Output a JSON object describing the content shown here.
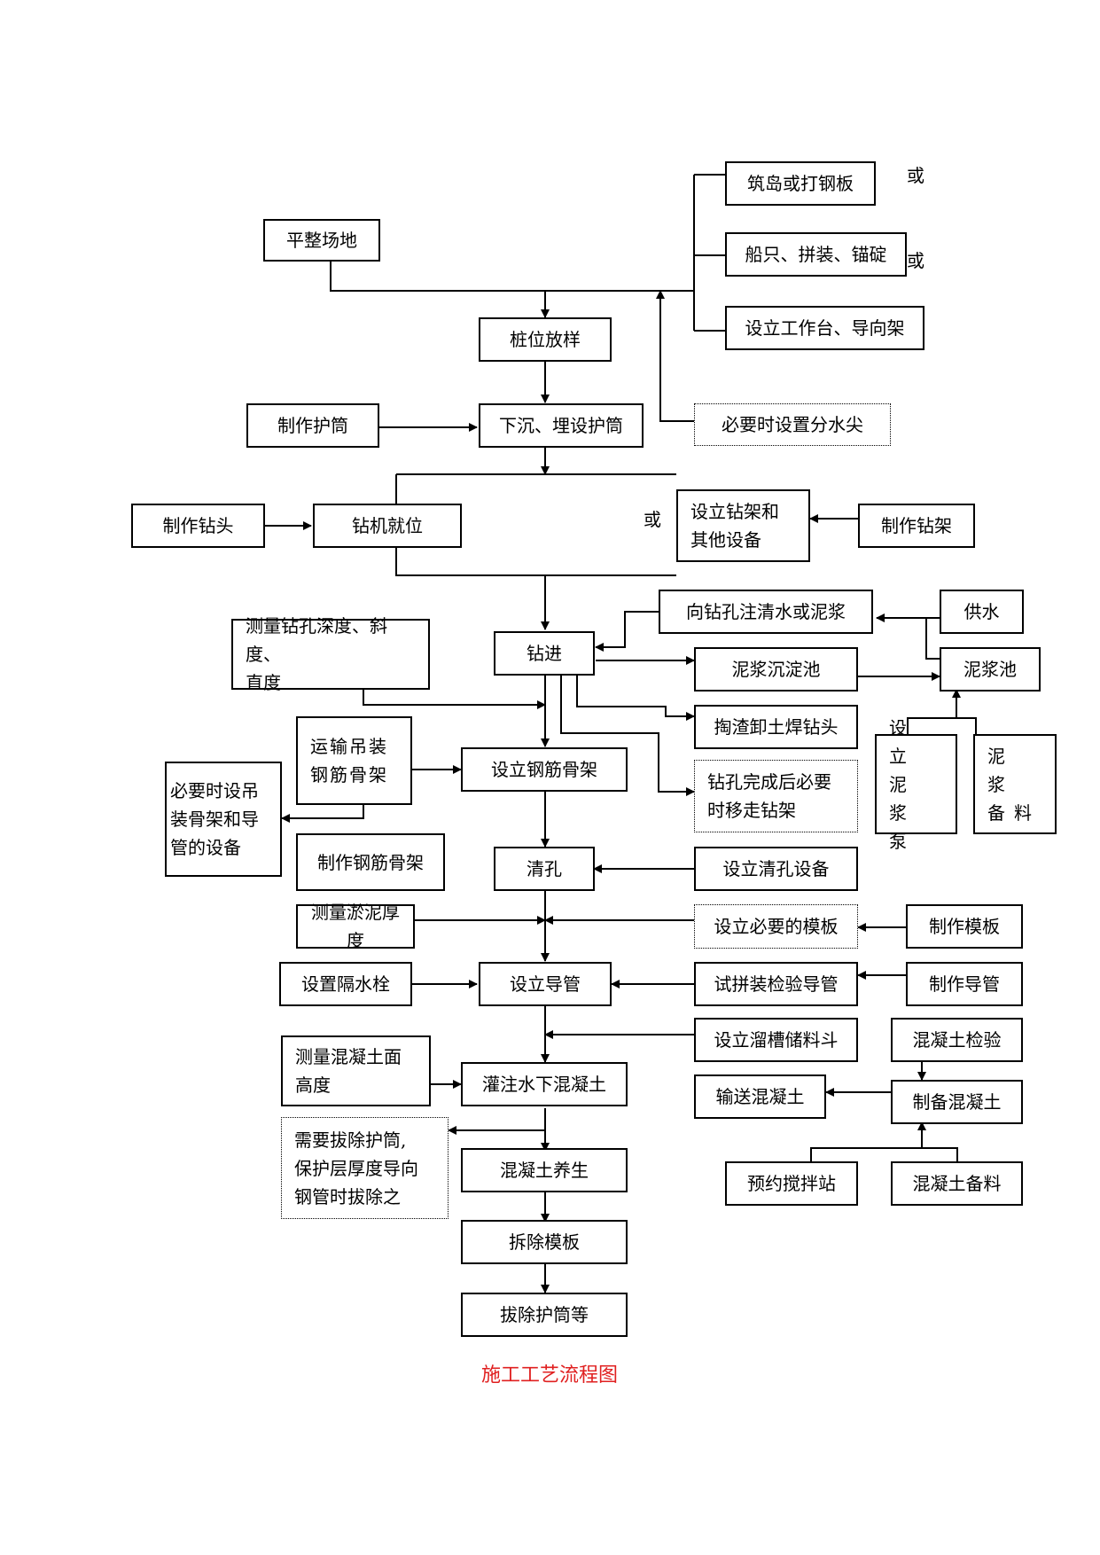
{
  "caption": "施工工艺流程图",
  "nodes": {
    "n_island": "筑岛或打钢板",
    "n_ship": "船只、拼装、锚碇",
    "n_platform": "设立工作台、导向架",
    "n_level": "平整场地",
    "n_stake": "桩位放样",
    "n_make_casing": "制作护筒",
    "n_sink_casing": "下沉、埋设护筒",
    "n_splitter": "必要时设置分水尖",
    "n_make_bit": "制作钻头",
    "n_rig_pos": "钻机就位",
    "n_rig_set": "设立钻架和\n其他设备",
    "n_make_rig": "制作钻架",
    "n_inject": "向钻孔注清水或泥浆",
    "n_water": "供水",
    "n_measure_hole": "测量钻孔深度、斜度、\n直度",
    "n_drill": "钻进",
    "n_settle": "泥浆沉淀池",
    "n_pool": "泥浆池",
    "n_dredge": "掏渣卸土焊钻头",
    "n_transport_cage": "运输吊装\n钢筋骨架",
    "n_set_cage": "设立钢筋骨架",
    "n_move_rig": "钻孔完成后必要\n时移走钻架",
    "n_pump": "设 立\n泥 浆\n泵",
    "n_slurry_mat": "泥 浆\n备料",
    "n_hoist": "必要时设吊\n装骨架和导\n管的设备",
    "n_make_cage": "制作钢筋骨架",
    "n_clean": "清孔",
    "n_clean_eq": "设立清孔设备",
    "n_silt": "测量淤泥厚度",
    "n_formwork": "设立必要的模板",
    "n_make_form": "制作模板",
    "n_plug": "设置隔水栓",
    "n_tremie": "设立导管",
    "n_test_tremie": "试拼装检验导管",
    "n_make_tremie": "制作导管",
    "n_hopper": "设立溜槽储料斗",
    "n_conc_test": "混凝土检验",
    "n_measure_conc": "测量混凝土面\n高度",
    "n_pour": "灌注水下混凝土",
    "n_deliver": "输送混凝土",
    "n_prep_conc": "制备混凝土",
    "n_pull_casing": "需要拔除护筒,\n保护层厚度导向\n钢管时拔除之",
    "n_cure": "混凝土养生",
    "n_mix_station": "预约搅拌站",
    "n_conc_mat": "混凝土备料",
    "n_strip_form": "拆除模板",
    "n_pull_all": "拔除护筒等"
  },
  "or_labels": [
    "或",
    "或",
    "或"
  ]
}
